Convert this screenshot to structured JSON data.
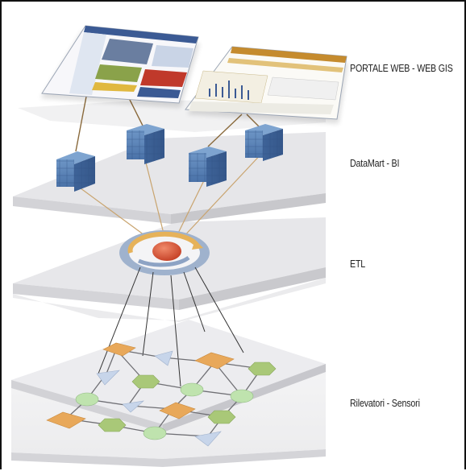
{
  "layers": [
    {
      "id": "web",
      "label": "PORTALE WEB - WEB GIS"
    },
    {
      "id": "datamart",
      "label": "DataMart - BI"
    },
    {
      "id": "etl",
      "label": "ETL"
    },
    {
      "id": "sensors",
      "label": "Rilevatori - Sensori"
    }
  ],
  "colors": {
    "plane_top": "#e9e9eb",
    "plane_side": "#d3d3d6",
    "cube": "#5d86b8",
    "connector": "#b8925a",
    "etl_ring": "#9fb3cf",
    "etl_core": "#d9573c",
    "sensor_square": "#e8a85a",
    "sensor_hexagon": "#a9c878",
    "sensor_circle": "#b9e0a8",
    "sensor_triangle": "#b8c8e0"
  }
}
